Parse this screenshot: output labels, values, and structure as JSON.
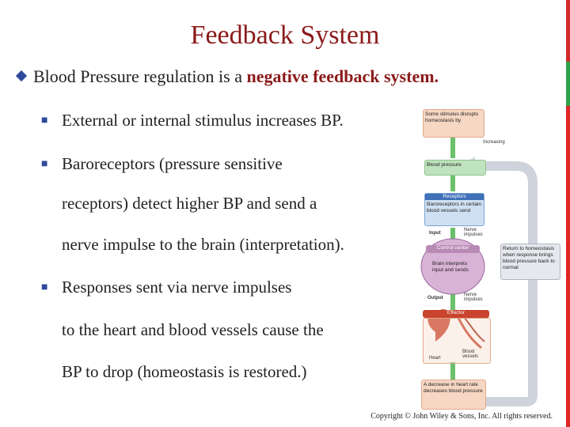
{
  "title": "Feedback System",
  "bullet": {
    "prefix": "Blood Pressure regulation is a ",
    "emphasis": "negative feedback system."
  },
  "points": [
    {
      "text": "External or internal stimulus increases BP."
    },
    {
      "lines": [
        "Baroreceptors (pressure sensitive",
        "receptors) detect higher BP and send a",
        "nerve impulse to the brain (interpretation)."
      ]
    },
    {
      "lines": [
        "Responses sent via nerve impulses",
        "to the heart and blood vessels cause the",
        "BP  to drop (homeostasis is restored.)"
      ]
    }
  ],
  "diagram": {
    "stimulus": "Some stimulus disrupts homeostasis by",
    "increasing": "Increasing",
    "blood_pressure": "Blood pressure",
    "receptors": "Receptors",
    "receptors_text": "Baroreceptors in certain blood vessels send",
    "input": "Input",
    "nerve_impulses_1": "Nerve impulses",
    "control_center": "Control center",
    "brain_text": "Brain interprets input and sends",
    "output": "Output",
    "nerve_impulses_2": "Nerve impulses",
    "effector": "Effector",
    "heart": "Heart",
    "blood_vessels": "Blood vessels",
    "return_text": "Return to homeostasis when response brings blood pressure back to normal",
    "decrease_text": "A decrease in heart rate decreases blood pressure"
  },
  "copyright": "Copyright © John Wiley & Sons, Inc. All rights reserved.",
  "colors": {
    "title": "#8b1a1a",
    "bullet": "#2f4a9a",
    "accent_green": "#2fa24a",
    "accent_red": "#d22a2a"
  }
}
